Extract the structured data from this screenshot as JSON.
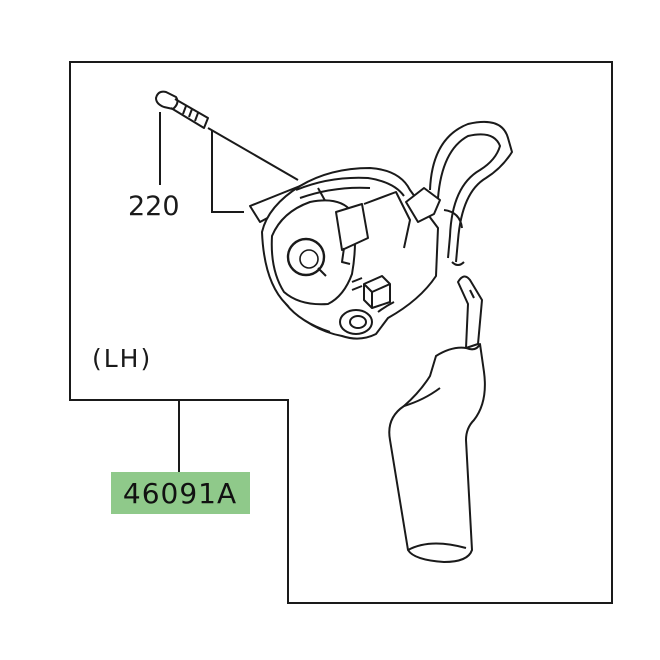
{
  "diagram": {
    "side_label": "(LH)",
    "bolt_callout": "220",
    "part_number": "46091A",
    "colors": {
      "line": "#1a1a1a",
      "highlight": "#8fc98a",
      "background": "#ffffff"
    }
  }
}
